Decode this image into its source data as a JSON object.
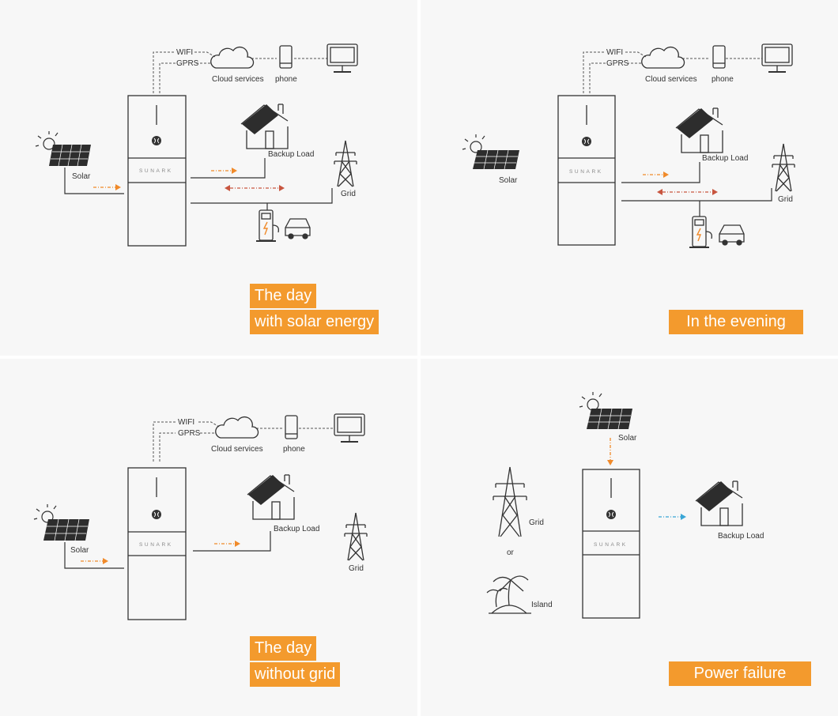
{
  "brand": "SUNARK",
  "colors": {
    "orange_flow": "#f08a2a",
    "red_flow": "#c8553f",
    "blue_flow": "#3aa6d6",
    "caption_bg": "#f39a2d",
    "line": "#333333",
    "panel_bg": "#f7f7f7"
  },
  "panels": [
    {
      "id": "day-solar",
      "labels": {
        "wifi": "WIFI",
        "gprs": "GPRS",
        "cloud": "Cloud services",
        "phone": "phone",
        "solar": "Solar",
        "backup": "Backup Load",
        "grid": "Grid"
      },
      "caption": [
        "The day",
        "with solar energy"
      ]
    },
    {
      "id": "evening",
      "labels": {
        "wifi": "WIFI",
        "gprs": "GPRS",
        "cloud": "Cloud services",
        "phone": "phone",
        "solar": "Solar",
        "backup": "Backup Load",
        "grid": "Grid"
      },
      "caption": [
        "In the evening"
      ]
    },
    {
      "id": "day-no-grid",
      "labels": {
        "wifi": "WIFI",
        "gprs": "GPRS",
        "cloud": "Cloud services",
        "phone": "phone",
        "solar": "Solar",
        "backup": "Backup Load",
        "grid": "Grid"
      },
      "caption": [
        "The day",
        "without grid"
      ]
    },
    {
      "id": "power-failure",
      "labels": {
        "solar": "Solar",
        "backup": "Backup Load",
        "grid": "Grid",
        "or": "or",
        "island": "Island"
      },
      "caption": [
        "Power failure"
      ]
    }
  ]
}
